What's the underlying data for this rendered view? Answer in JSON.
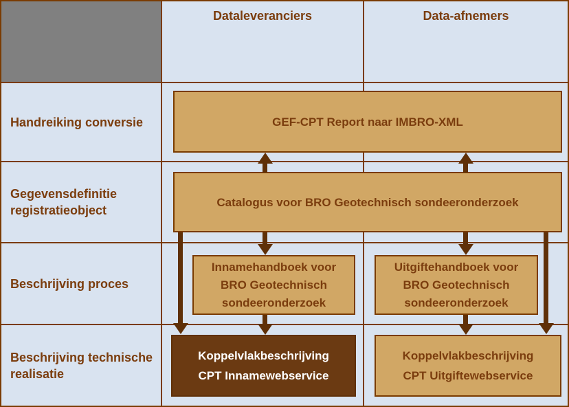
{
  "colors": {
    "bg": "#d9e3f0",
    "grid-border": "#7a3b00",
    "corner-gray": "#808080",
    "tan-fill": "#d1a765",
    "dark-brown-fill": "#6b3a12",
    "arrow": "#5f3008",
    "text-brown": "#7b3d0e",
    "text-white": "#ffffff"
  },
  "matrix": {
    "column_headers": [
      {
        "label": "Dataleveranciers"
      },
      {
        "label": "Data-afnemers"
      }
    ],
    "row_labels": [
      {
        "lines": [
          "Handreiking conversie"
        ]
      },
      {
        "lines": [
          "Gegevensdefinitie",
          "registratieobject"
        ]
      },
      {
        "lines": [
          "Beschrijving proces"
        ]
      },
      {
        "lines": [
          "Beschrijving technische",
          "realisatie"
        ]
      }
    ]
  },
  "boxes": {
    "gef_cpt": {
      "lines": [
        "GEF-CPT Report naar IMBRO-XML"
      ]
    },
    "catalogus": {
      "lines": [
        "Catalogus voor BRO Geotechnisch sondeeronderzoek"
      ]
    },
    "innamehandboek": {
      "lines": [
        "Innamehandboek voor",
        "BRO Geotechnisch",
        "sondeeronderzoek"
      ]
    },
    "uitgiftehandboek": {
      "lines": [
        "Uitgiftehandboek voor",
        "BRO Geotechnisch",
        "sondeeronderzoek"
      ]
    },
    "koppelvlak_inname": {
      "lines": [
        "Koppelvlakbeschrijving",
        "CPT Innamewebservice"
      ]
    },
    "koppelvlak_uitgifte": {
      "lines": [
        "Koppelvlakbeschrijving",
        "CPT Uitgiftewebservice"
      ]
    }
  },
  "connections": [
    {
      "from": "catalogus",
      "to": "gef_cpt",
      "column": "dataleveranciers",
      "direction": "up"
    },
    {
      "from": "catalogus",
      "to": "gef_cpt",
      "column": "data-afnemers",
      "direction": "up"
    },
    {
      "from": "catalogus",
      "to": "innamehandboek",
      "direction": "down"
    },
    {
      "from": "catalogus",
      "to": "uitgiftehandboek",
      "direction": "down"
    },
    {
      "from": "innamehandboek",
      "to": "koppelvlak_inname",
      "direction": "down"
    },
    {
      "from": "uitgiftehandboek",
      "to": "koppelvlak_uitgifte",
      "direction": "down"
    },
    {
      "from": "catalogus",
      "to": "koppelvlak_inname",
      "direction": "down"
    },
    {
      "from": "catalogus",
      "to": "koppelvlak_uitgifte",
      "direction": "down"
    }
  ]
}
